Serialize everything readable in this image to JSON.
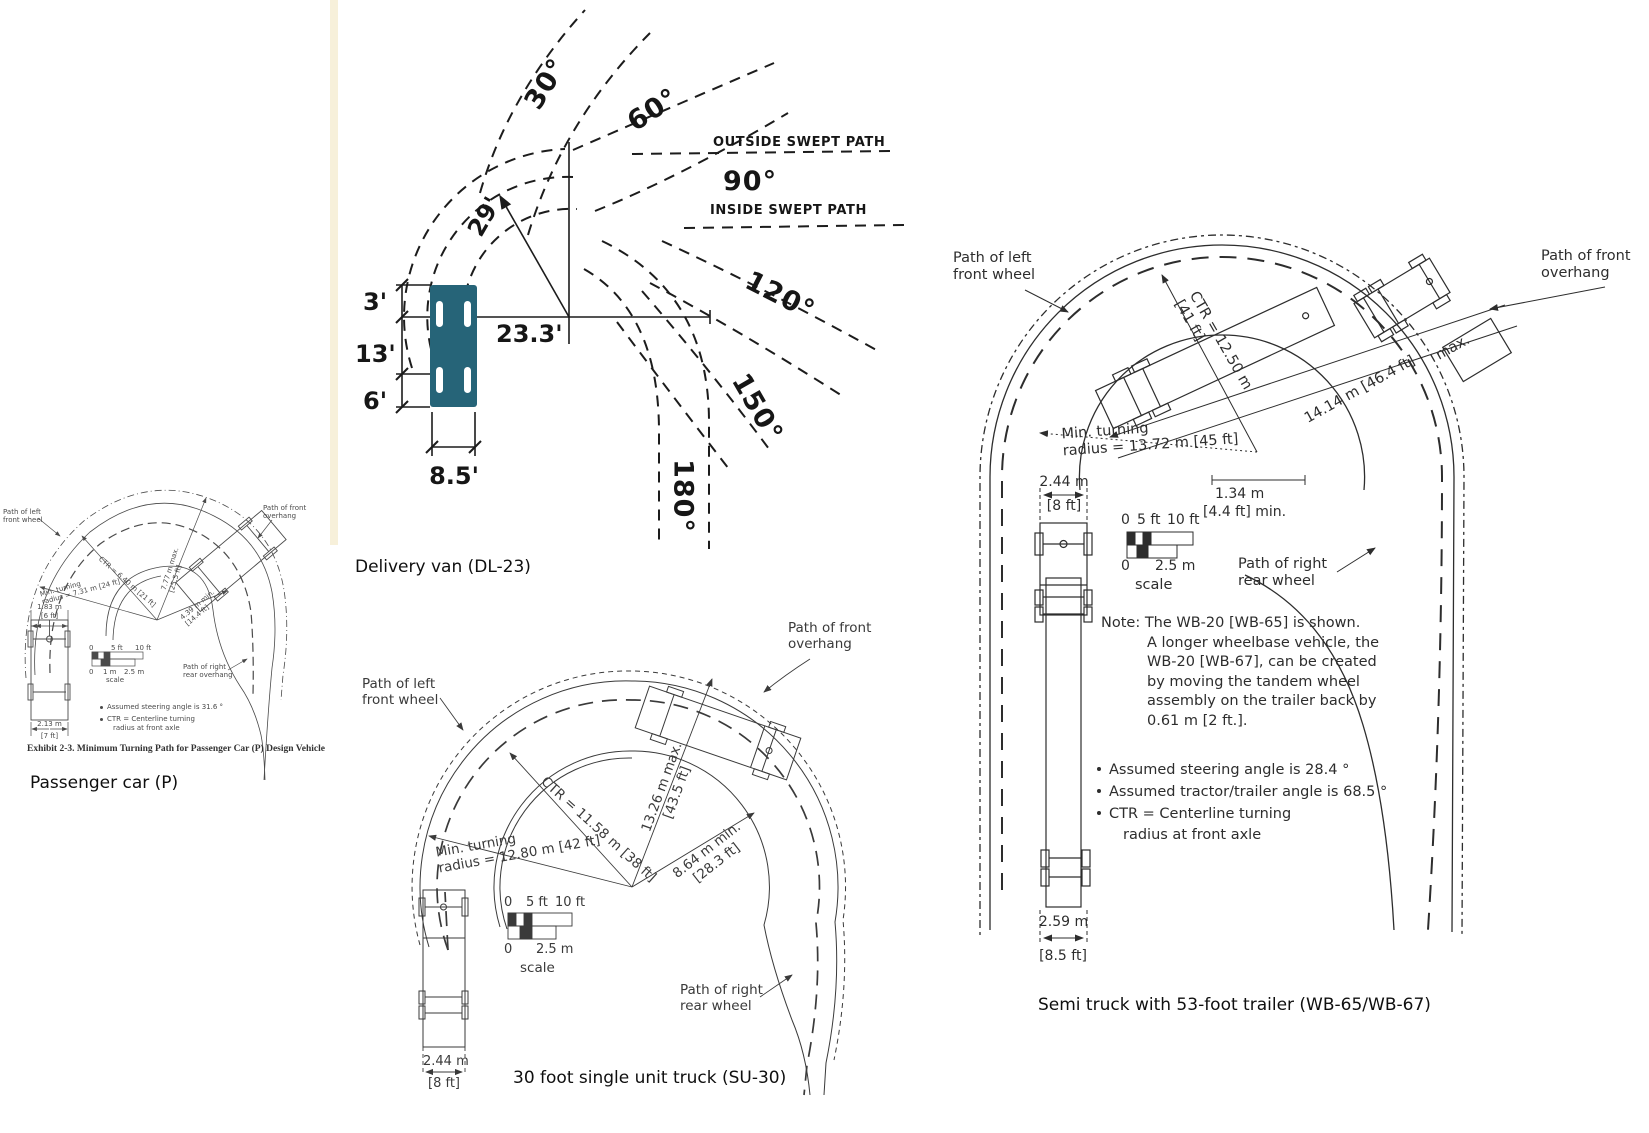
{
  "colors": {
    "teal": "#266478",
    "ink": "#1c1c1c",
    "cream": "#f7f0da",
    "paper": "#ffffff",
    "scanP": "#4a4a4a",
    "scanS": "#3a3a3a",
    "scanW": "#2d2d2d"
  },
  "dl23": {
    "caption": "Delivery van (DL-23)",
    "outside_label": "OUTSIDE SWEPT PATH",
    "inside_label": "INSIDE SWEPT PATH",
    "angles": {
      "a30": "30°",
      "a60": "60°",
      "a90": "90°",
      "a120": "120°",
      "a150": "150°",
      "a180": "180°"
    },
    "dims": {
      "front": "3'",
      "wheelbase": "13'",
      "rear": "6'",
      "width": "8.5'",
      "radius": "23.3'",
      "outer": "29'"
    }
  },
  "passenger": {
    "caption": "Passenger car (P)",
    "exhibit": "Exhibit 2-3.  Minimum Turning Path for Passenger Car (P) Design Vehicle",
    "path_left": "Path of left front wheel",
    "path_front": "Path of front overhang",
    "path_right": "Path of right rear overhang",
    "min_turning_1": "Min. turning",
    "min_turning_2": "radius = 7.31 m [24 ft]",
    "ctr": "CTR = 6.40 m [21 ft]",
    "max_1": "7.77 m max.",
    "max_2": "[25.5 ft]",
    "min_1": "4.39 m min.",
    "min_2": "[14.4 ft]",
    "width_top_1": "1.83 m",
    "width_top_2": "[6 ft]",
    "width_bot_1": "2.13 m",
    "width_bot_2": "[7 ft]",
    "scale": {
      "z1": "0",
      "ft5": "5 ft",
      "ft10": "10 ft",
      "z2": "0",
      "m1": "1 m",
      "m25": "2.5 m",
      "word": "scale"
    },
    "note_1": "Assumed steering angle is 31.6 °",
    "note_2a": "CTR = Centerline turning",
    "note_2b": "radius at front axle"
  },
  "su30": {
    "caption": "30 foot single unit truck (SU-30)",
    "path_left": "Path of left front wheel",
    "path_front": "Path of front overhang",
    "path_right": "Path of right rear wheel",
    "ctr": "CTR = 11.58 m [38 ft]",
    "max_1": "13.26 m max.",
    "max_2": "[43.5 ft]",
    "min_1": "8.64 m min.",
    "min_2": "[28.3 ft]",
    "turn_1": "Min. turning",
    "turn_2": "radius = 12.80 m [42 ft]",
    "width_1": "2.44 m",
    "width_2": "[8 ft]",
    "scale": {
      "z1": "0",
      "ft5": "5 ft",
      "ft10": "10 ft",
      "z2": "0",
      "m25": "2.5 m",
      "word": "scale"
    }
  },
  "wb65": {
    "caption": "Semi truck with 53-foot trailer (WB-65/WB-67)",
    "path_left": "Path of left front wheel",
    "path_front": "Path of front overhang",
    "path_right": "Path of right rear wheel",
    "ctr_1": "CTR = 12.50 m",
    "ctr_2": "[41 ft]",
    "diag": "14.14 m [46.4 ft]",
    "diag_max": "max.",
    "turn_1": "Min. turning",
    "turn_2": "radius = 13.72 m [45 ft]",
    "min_1": "1.34 m",
    "min_2": "[4.4 ft] min.",
    "width_top_1": "2.44 m",
    "width_top_2": "[8 ft]",
    "width_bot_1": "2.59 m",
    "width_bot_2": "[8.5 ft]",
    "scale": {
      "z1": "0",
      "ft5": "5 ft",
      "ft10": "10 ft",
      "z2": "0",
      "m25": "2.5 m",
      "word": "scale"
    },
    "note": {
      "n1": "Note: The WB-20 [WB-65] is shown.",
      "n2": "A longer wheelbase vehicle, the",
      "n3": "WB-20 [WB-67], can be created",
      "n4": "by moving the tandem wheel",
      "n5": "assembly on the trailer back by",
      "n6": "0.61 m [2 ft.]."
    },
    "bullets": {
      "b1": "Assumed steering angle is 28.4 °",
      "b2": "Assumed tractor/trailer angle is 68.5 °",
      "b3": "CTR = Centerline turning",
      "b3b": "radius at front axle"
    }
  }
}
